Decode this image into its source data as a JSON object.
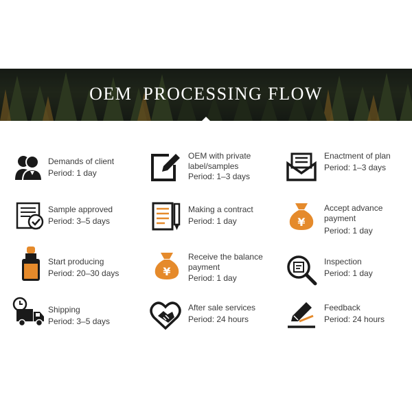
{
  "banner": {
    "title": "OEM  PROCESSING FLOW"
  },
  "colors": {
    "accent": "#e58a2b",
    "icon": "#1a1a1a",
    "banner": "#232a1f"
  },
  "steps": [
    {
      "icon": "client-icon",
      "title": "Demands of client",
      "period": "Period: 1 day"
    },
    {
      "icon": "edit-icon",
      "title": "OEM with private",
      "title2": "label/samples",
      "period": "Period: 1–3 days"
    },
    {
      "icon": "envelope-icon",
      "title": "Enactment of plan",
      "period": "Period: 1–3 days"
    },
    {
      "icon": "certificate-icon",
      "title": "Sample approved",
      "period": "Period: 3–5 days"
    },
    {
      "icon": "contract-icon",
      "title": "Making a contract",
      "period": "Period: 1 day"
    },
    {
      "icon": "money-bag-icon",
      "title": "Accept advance",
      "title2": "payment",
      "period": "Period: 1 day"
    },
    {
      "icon": "bottle-icon",
      "title": "Start producing",
      "period": "Period: 20–30 days"
    },
    {
      "icon": "money-bag-icon",
      "title": "Receive the balance",
      "title2": "payment",
      "period": "Period: 1 day"
    },
    {
      "icon": "inspection-icon",
      "title": "Inspection",
      "period": "Period: 1 day"
    },
    {
      "icon": "shipping-truck-icon",
      "title": "Shipping",
      "period": "Period: 3–5 days"
    },
    {
      "icon": "heart-handshake-icon",
      "title": "After sale services",
      "period": "Period: 24 hours"
    },
    {
      "icon": "feedback-pen-icon",
      "title": "Feedback",
      "period": "Period: 24 hours"
    }
  ]
}
